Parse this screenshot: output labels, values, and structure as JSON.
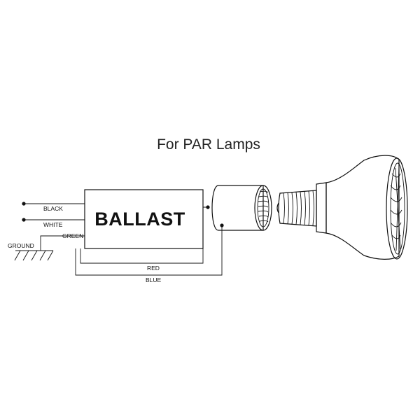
{
  "title": "For PAR Lamps",
  "ballast": {
    "label": "BALLAST"
  },
  "wires": {
    "black": "BLACK",
    "white": "WHITE",
    "green": "GREEN",
    "ground": "GROUND",
    "red": "RED",
    "blue": "BLUE"
  }
}
